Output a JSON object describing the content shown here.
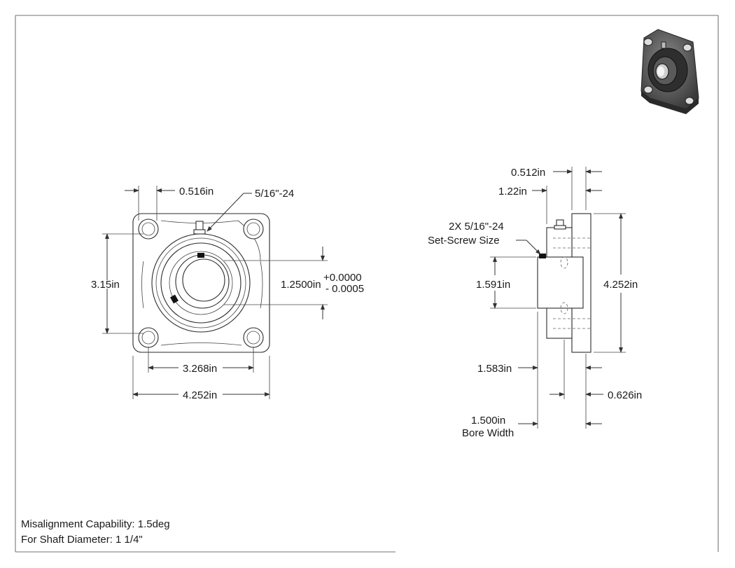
{
  "front_view": {
    "dim_hole_offset": "0.516in",
    "dim_setscrew": "5/16\"-24",
    "dim_height": "3.15in",
    "dim_bore": "1.2500in",
    "tol_plus": "+0.0000",
    "tol_minus": "- 0.0005",
    "dim_bolt_spacing": "3.268in",
    "dim_width": "4.252in"
  },
  "side_view": {
    "dim_flange_thickness": "0.512in",
    "dim_offset": "1.22in",
    "setscrew_line1": "2X 5/16\"-24",
    "setscrew_line2": "Set-Screw Size",
    "dim_insert_height": "1.591in",
    "dim_overall_height": "4.252in",
    "dim_base_to_face": "1.583in",
    "dim_housing_depth": "0.626in",
    "bore_width_value": "1.500in",
    "bore_width_label": "Bore Width"
  },
  "notes": {
    "misalignment": "Misalignment Capability: 1.5deg",
    "shaft_diameter": "For Shaft Diameter: 1 1/4\""
  }
}
